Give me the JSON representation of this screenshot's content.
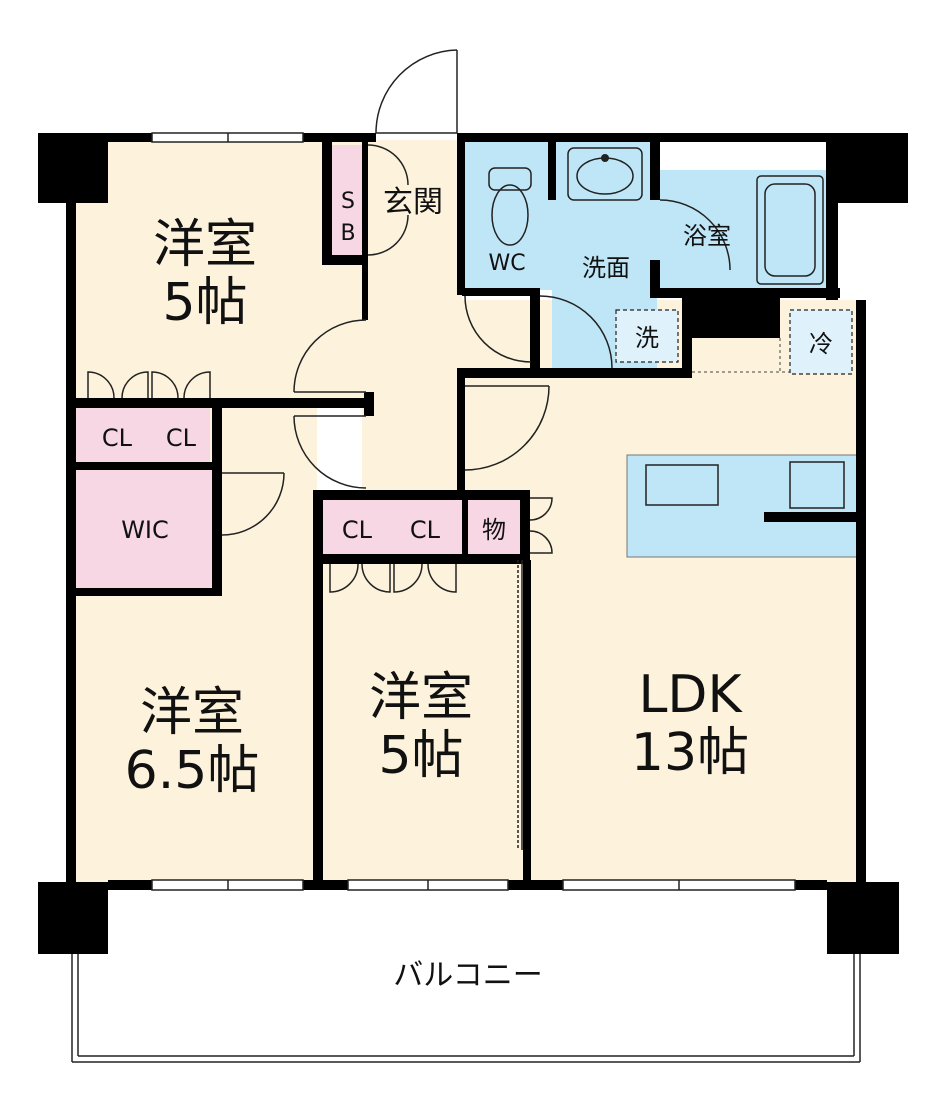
{
  "rooms": {
    "western_top": {
      "name": "洋室",
      "size": "5帖"
    },
    "western_left": {
      "name": "洋室",
      "size": "6.5帖"
    },
    "western_center": {
      "name": "洋室",
      "size": "5帖"
    },
    "ldk": {
      "name": "LDK",
      "size": "13帖"
    },
    "entrance": "玄関",
    "wc": "WC",
    "washroom": "洗面",
    "bath": "浴室",
    "balcony": "バルコニー"
  },
  "storage": {
    "sb_top": "S",
    "sb_bottom": "B",
    "cl_top_left": "CL",
    "cl_top_right": "CL",
    "wic": "WIC",
    "cl_mid_left": "CL",
    "cl_mid_right": "CL",
    "mono": "物"
  },
  "fixtures": {
    "washer": "洗",
    "fridge": "冷"
  },
  "colors": {
    "floor": "#fdf3dc",
    "wet_area": "#bfe6f6",
    "storage": "#f7d7e3",
    "wall": "#000000"
  }
}
